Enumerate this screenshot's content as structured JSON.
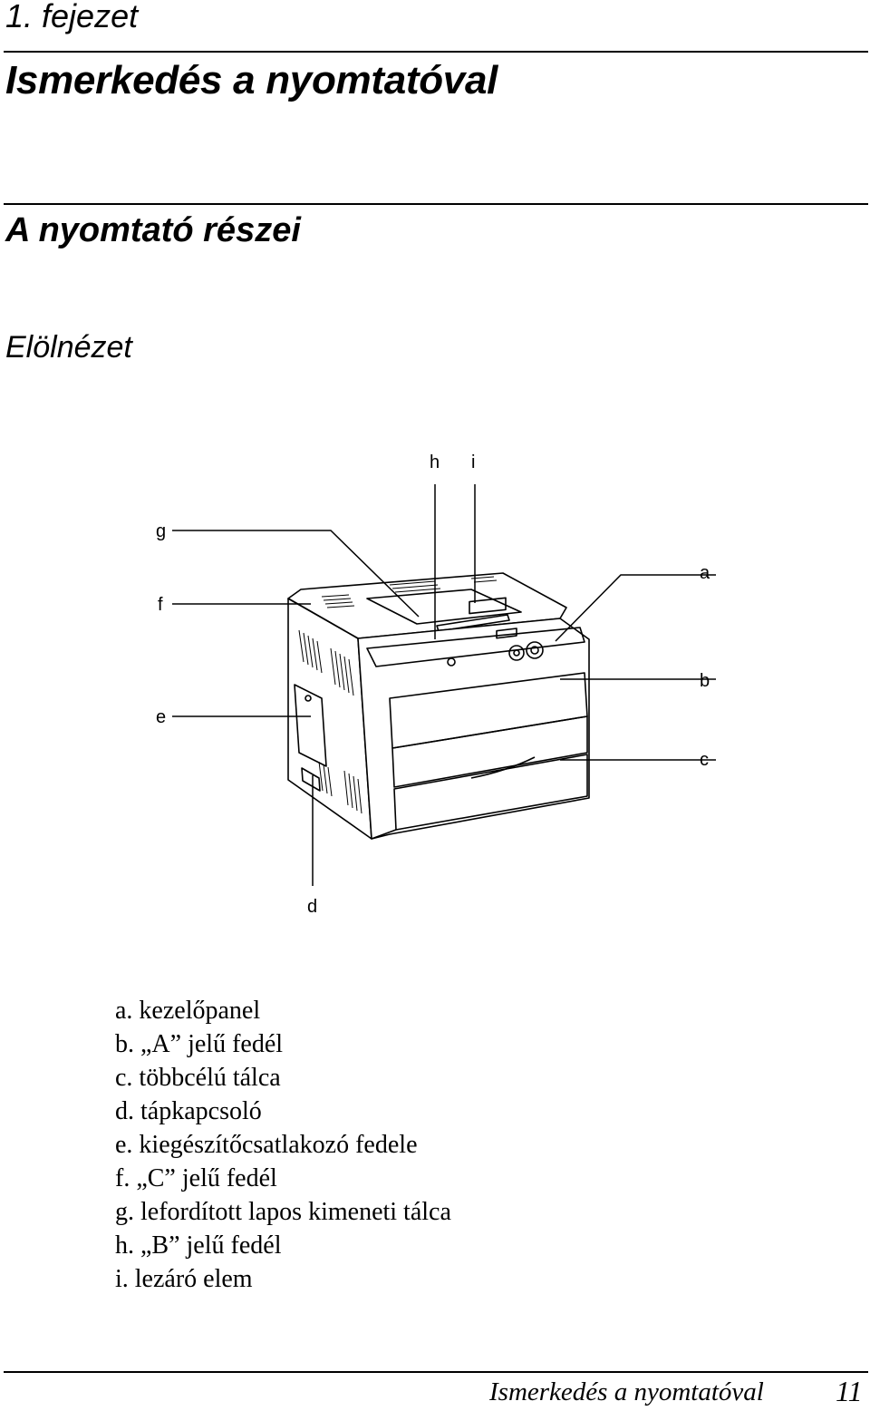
{
  "chapter": "1. fejezet",
  "title": "Ismerkedés a nyomtatóval",
  "section": "A nyomtató részei",
  "subsection": "Elölnézet",
  "figure": {
    "callouts": [
      "a",
      "b",
      "c",
      "d",
      "e",
      "f",
      "g",
      "h",
      "i"
    ]
  },
  "legend": [
    "a. kezelőpanel",
    "b. „A” jelű fedél",
    "c. többcélú tálca",
    "d. tápkapcsoló",
    "e. kiegészítőcsatlakozó fedele",
    "f. „C” jelű fedél",
    "g. lefordított lapos kimeneti tálca",
    "h. „B” jelű fedél",
    "i. lezáró elem"
  ],
  "footer": {
    "title": "Ismerkedés a nyomtatóval",
    "page": "11"
  }
}
